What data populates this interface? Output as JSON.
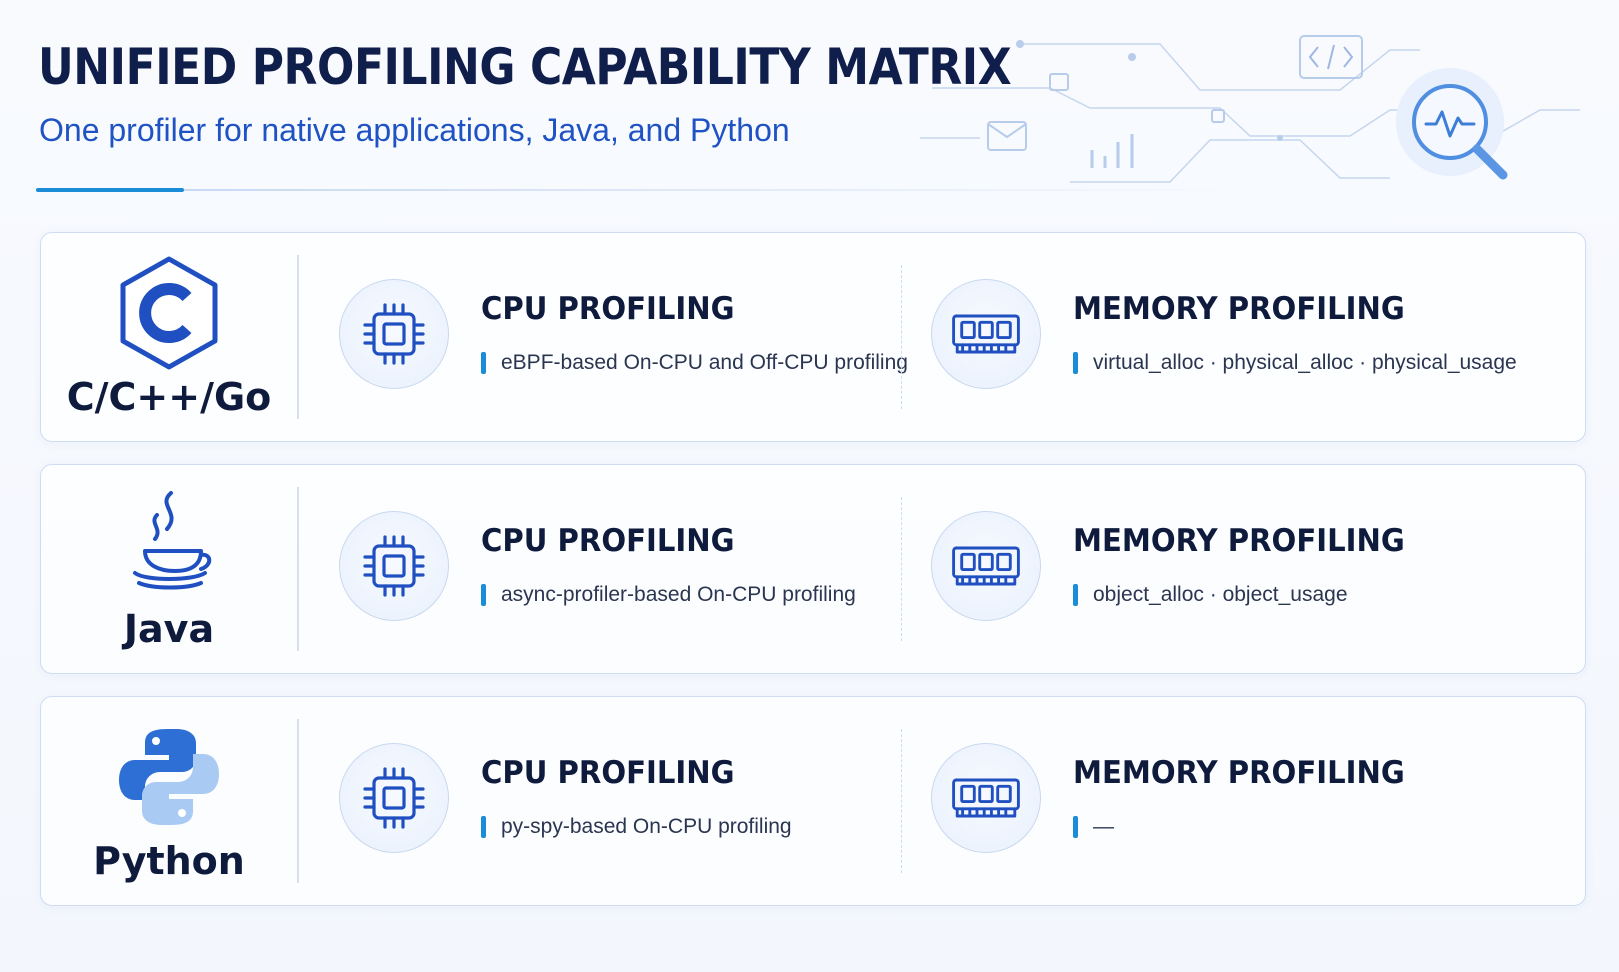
{
  "header": {
    "title": "UNIFIED PROFILING CAPABILITY MATRIX",
    "subtitle": "One profiler for native applications, Java, and Python"
  },
  "colors": {
    "accent": "#1a8cd8",
    "brand": "#1f53c4",
    "title": "#0f1e4a"
  },
  "rows": [
    {
      "language": "C/C++/Go",
      "icon": "c-language-hexagon-icon",
      "cpu": {
        "title": "CPU PROFILING",
        "description": "eBPF-based On-CPU and Off-CPU profiling",
        "icon": "cpu-chip-icon"
      },
      "memory": {
        "title": "MEMORY PROFILING",
        "description": "virtual_alloc · physical_alloc · physical_usage",
        "icon": "memory-module-icon"
      }
    },
    {
      "language": "Java",
      "icon": "java-coffee-cup-icon",
      "cpu": {
        "title": "CPU PROFILING",
        "description": "async-profiler-based On-CPU profiling",
        "icon": "cpu-chip-icon"
      },
      "memory": {
        "title": "MEMORY PROFILING",
        "description": "object_alloc · object_usage",
        "icon": "memory-module-icon"
      }
    },
    {
      "language": "Python",
      "icon": "python-logo-icon",
      "cpu": {
        "title": "CPU PROFILING",
        "description": "py-spy-based On-CPU profiling",
        "icon": "cpu-chip-icon"
      },
      "memory": {
        "title": "MEMORY PROFILING",
        "description": "—",
        "icon": "memory-module-icon"
      }
    }
  ]
}
